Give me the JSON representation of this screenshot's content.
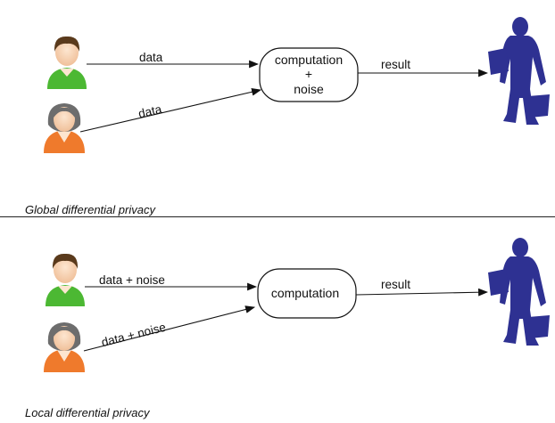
{
  "global": {
    "caption": "Global differential privacy",
    "edge_top_label": "data",
    "edge_bottom_label": "data",
    "process": {
      "line1": "computation",
      "line2": "+",
      "line3": "noise"
    },
    "result_label": "result"
  },
  "local": {
    "caption": "Local differential privacy",
    "edge_top_label": "data + noise",
    "edge_bottom_label": "data + noise",
    "process": {
      "line1": "computation"
    },
    "result_label": "result"
  },
  "icons": {
    "male_user": "person-icon",
    "female_user": "person-icon",
    "analyst": "businessman-icon"
  },
  "colors": {
    "male_shirt": "#4cb833",
    "female_shirt": "#ef7a2c",
    "analyst": "#2e3192"
  }
}
